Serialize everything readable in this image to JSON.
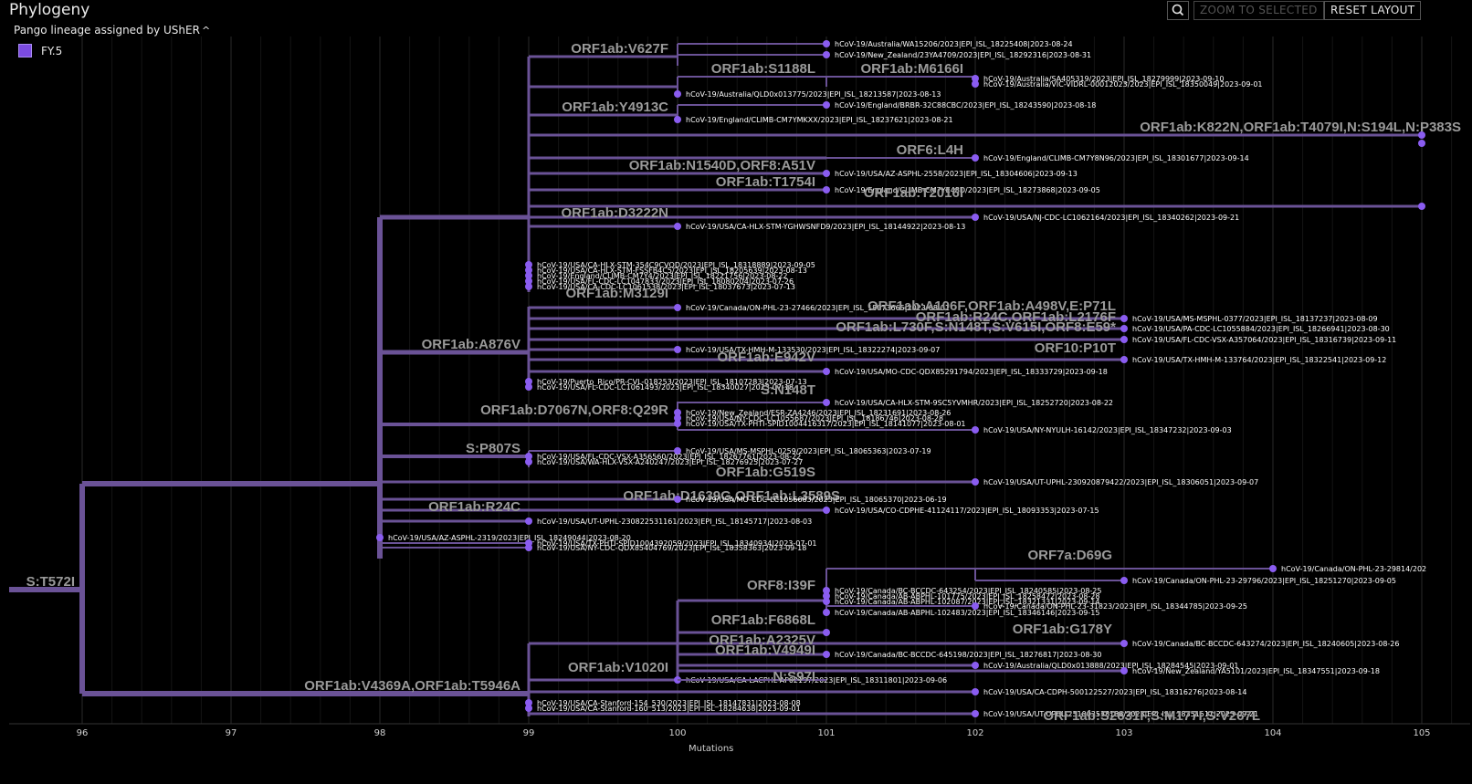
{
  "header": {
    "title": "Phylogeny",
    "zoom_selected_label": "ZOOM TO SELECTED",
    "reset_layout_label": "RESET LAYOUT",
    "search_icon": "magnifier-icon"
  },
  "legend": {
    "title": "Pango lineage assigned by UShER",
    "chevron": "^",
    "items": [
      {
        "label": "FY.5",
        "color": "#7b4be0"
      }
    ]
  },
  "axis": {
    "label": "Mutations",
    "ticks": [
      "96",
      "97",
      "98",
      "99",
      "100",
      "101",
      "102",
      "103",
      "104",
      "105"
    ]
  },
  "tree": {
    "branch_color": "#6a5296",
    "node_color": "#8a5cf0",
    "mutations": [
      "S:T572I",
      "ORF1ab:V4369A,ORF1ab:T5946A",
      "ORF1ab:A876V",
      "ORF1ab:V627F",
      "ORF1ab:S1188L",
      "ORF1ab:M6166I",
      "ORF1ab:Y4913C",
      "ORF1ab:K822N,ORF1ab:T4079I,N:S194L,N:P383S",
      "ORF6:L4H",
      "ORF1ab:N1540D,ORF8:A51V",
      "ORF1ab:T1754I",
      "ORF1ab:T2016I",
      "ORF1ab:D3222N",
      "ORF1ab:M3129I",
      "ORF1ab:A106F,ORF1ab:A498V,E:P71L",
      "ORF1ab:R24C,ORF1ab:L2176F",
      "ORF1ab:L730F,S:N148T,S:V615I,ORF8:E59*",
      "ORF10:P10T",
      "ORF1ab:E942V",
      "S:N148T",
      "ORF1ab:D7067N,ORF8:Q29R",
      "S:P807S",
      "ORF1ab:G519S",
      "ORF1ab:D1639G,ORF1ab:L3589S",
      "ORF1ab:R24C",
      "ORF7a:D69G",
      "ORF8:I39F",
      "ORF1ab:F6868L",
      "ORF1ab:A2325V",
      "ORF1ab:V4949I",
      "ORF1ab:V1020I",
      "N:S97I",
      "ORF1ab:S2631F,S:M177I,S:V267L",
      "ORF1ab:G178Y"
    ],
    "tips": [
      "hCoV-19/Australia/WA15206/2023|EPI_ISL_18225408|2023-08-24",
      "hCoV-19/New_Zealand/23YA4709/2023|EPI_ISL_18292316|2023-08-31",
      "hCoV-19/Australia/SA405319/2023|EPI_ISL_18279999|2023-09-10",
      "hCoV-19/Australia/VIC-VIDRL-00012023/2023|EPI_ISL_18350049|2023-09-01",
      "hCoV-19/Australia/QLD0x013775/2023|EPI_ISL_18213587|2023-08-13",
      "hCoV-19/England/BRBR-32C88CBC/2023|EPI_ISL_18243590|2023-08-18",
      "hCoV-19/England/CLIMB-CM7YMKXX/2023|EPI_ISL_18237621|2023-08-21",
      "hCoV-19/England/CLIMB-CM7Y8N96/2023|EPI_ISL_18301677|2023-09-14",
      "hCoV-19/USA/AZ-ASPHL-2558/2023|EPI_ISL_18304606|2023-09-13",
      "hCoV-19/England/CLIMB-CM7YE48D/2023|EPI_ISL_18273868|2023-09-05",
      "hCoV-19/USA/NJ-CDC-LC1062164/2023|EPI_ISL_18340262|2023-09-21",
      "hCoV-19/USA/CA-HLX-STM-YGHWSNFD9/2023|EPI_ISL_18144922|2023-08-13",
      "hCoV-19/USA/CA-HLX-STM-354C9CVQD/2023|EPI_ISL_18318889|2023-09-05",
      "hCoV-19/USA/CA-HLX-STM-FSSFB4C5/2023|EPI_ISL_18205639|2023-08-13",
      "hCoV-19/England/CLIMB-CM7Y4/2023|EPI_ISL_18221756|2023-08-22",
      "hCoV-19/USA/FL-CDC-LC1047833/2023|EPI_ISL_18080204|2023-07-26",
      "hCoV-19/USA/CA-CDC-LC1061538/2023|EPI_ISL_18037673|2023-07-13",
      "hCoV-19/Canada/ON-PHL-23-27466/2023|EPI_ISL_18073665|2023-08-01",
      "hCoV-19/USA/MS-MSPHL-0377/2023|EPI_ISL_18137237|2023-08-09",
      "hCoV-19/USA/PA-CDC-LC1055884/2023|EPI_ISL_18266941|2023-08-30",
      "hCoV-19/USA/FL-CDC-VSX-A357064/2023|EPI_ISL_18316739|2023-09-11",
      "hCoV-19/USA/TX-HMH-M-133530/2023|EPI_ISL_18322274|2023-09-07",
      "hCoV-19/USA/TX-HMH-M-133764/2023|EPI_ISL_18322541|2023-09-12",
      "hCoV-19/USA/MO-CDC-QDX85291794/2023|EPI_ISL_18333729|2023-09-18",
      "hCoV-19/Puerto_Rico/PR-CVL-018253/2023|EPI_ISL_18107283|2023-07-13",
      "hCoV-19/USA/FL-CDC-LC1061493/2023|EPI_ISL_18340027|2023-07-18",
      "hCoV-19/USA/CA-HLX-STM-9SC5YVMHR/2023|EPI_ISL_18252720|2023-08-22",
      "hCoV-19/New_Zealand/ESR-ZA4246/2023|EPI_ISL_18231691|2023-08-26",
      "hCoV-19/USA/NY-CDC-LC1055687/2023|EPI_ISL_18186746|2023-08-28",
      "hCoV-19/USA/TX-PHTI-SPID1004416317/2023|EPI_ISL_18141077|2023-08-01",
      "hCoV-19/USA/NY-NYULH-16142/2023|EPI_ISL_18347232|2023-09-03",
      "hCoV-19/USA/MS-MSPHL-0259/2023|EPI_ISL_18065363|2023-07-19",
      "hCoV-19/USA/FL-CDC-VSX-A356560/2023|EPI_ISL_18267761|2023-08-22",
      "hCoV-19/USA/WA-HLX-VSX-A240247/2023|EPI_ISL_18276925|2023-07-27",
      "hCoV-19/USA/UT-UPHL-230920879422/2023|EPI_ISL_18306051|2023-09-07",
      "hCoV-19/USA/MO-CDC-LC1056683/2023|EPI_ISL_18065370|2023-06-19",
      "hCoV-19/USA/CO-CDPHE-41124117/2023|EPI_ISL_18093353|2023-07-15",
      "hCoV-19/USA/UT-UPHL-230822531161/2023|EPI_ISL_18145717|2023-08-03",
      "hCoV-19/USA/AZ-ASPHL-2319/2023|EPI_ISL_18249044|2023-08-20",
      "hCoV-19/USA/TX-PHTI-SPID1004392059/2023|EPI_ISL_18340934|2023-07-01",
      "hCoV-19/USA/NY-CDC-QDX85404769/2023|EPI_ISL_18358363|2023-09-18",
      "hCoV-19/Canada/ON-PHL-23-29814/202",
      "hCoV-19/Canada/ON-PHL-23-29796/2023|EPI_ISL_18251270|2023-09-05",
      "hCoV-19/Canada/BC-BCCDC-643254/2023|EPI_ISL_18240585|2023-08-25",
      "hCoV-19/Canada/AB-ABPHL-101775/2023|EPI_ISL_18258472|2023-08-28",
      "hCoV-19/Canada/AB-ABPHL-102087/2023|EPI_ISL_18321331|2023-09-14",
      "hCoV-19/Canada/ON-PHL-23-31823/2023|EPI_ISL_18344785|2023-09-25",
      "hCoV-19/Canada/AB-ABPHL-102483/2023|EPI_ISL_18346146|2023-09-15",
      "hCoV-19/Canada/BC-BCCDC-643274/2023|EPI_ISL_18240605|2023-08-26",
      "hCoV-19/Canada/BC-BCCDC-645198/2023|EPI_ISL_18276817|2023-08-30",
      "hCoV-19/Australia/QLD0x013888/2023|EPI_ISL_18284545|2023-09-01",
      "hCoV-19/New_Zealand/YA5101/2023|EPI_ISL_18347551|2023-09-18",
      "hCoV-19/USA/CA-LACPHL-AF02197/2023|EPI_ISL_18311801|2023-09-06",
      "hCoV-19/USA/CA-CDPH-500122527/2023|EPI_ISL_18316276|2023-08-14",
      "hCoV-19/USA/CA-Stanford-154_530/2023|EPI_ISL_18147831|2023-08-08",
      "hCoV-19/USA/CA-Stanford-160_513/2023|EPI_ISL_18284638|2023-09-01",
      "hCoV-19/USA/UT-UPHL-231003538138/2023|EPI_ISL_18351511|2023-09-21"
    ]
  }
}
